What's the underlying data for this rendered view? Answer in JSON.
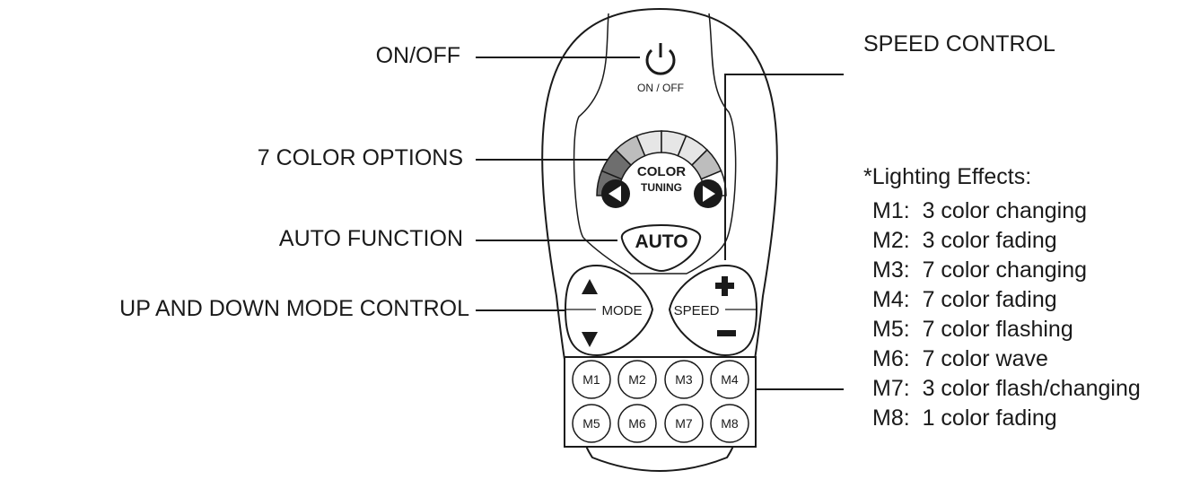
{
  "callouts": {
    "on_off": "ON/OFF",
    "color_options": "7 COLOR OPTIONS",
    "auto_function": "AUTO FUNCTION",
    "mode_control": "UP AND DOWN MODE CONTROL",
    "speed_control": "SPEED CONTROL"
  },
  "remote": {
    "power_label": "ON / OFF",
    "color_tuning_line1": "COLOR",
    "color_tuning_line2": "TUNING",
    "auto_label": "AUTO",
    "mode_label": "MODE",
    "speed_label": "SPEED",
    "mode_buttons": [
      "M1",
      "M2",
      "M3",
      "M4",
      "M5",
      "M6",
      "M7",
      "M8"
    ],
    "colors": {
      "outline": "#1a1a1a",
      "arc_light": "#e6e6e6",
      "arc_mid": "#bdbdbd",
      "arc_dark": "#6e6e6e"
    }
  },
  "lighting_effects": {
    "title": "*Lighting Effects:",
    "items": [
      "M1:  3 color changing",
      "M2:  3 color fading",
      "M3:  7 color changing",
      "M4:  7 color fading",
      "M5:  7 color flashing",
      "M6:  7 color wave",
      "M7:  3 color flash/changing",
      "M8:  1 color fading"
    ]
  }
}
